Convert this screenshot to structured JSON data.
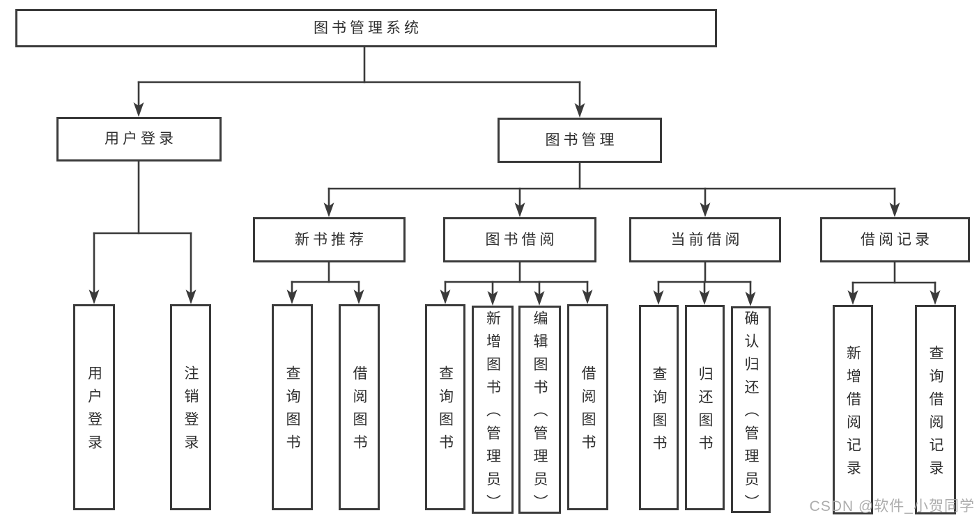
{
  "title": "图书管理系统",
  "branches": {
    "user_login": {
      "label": "用户登录",
      "children": [
        "用户登录",
        "注销登录"
      ]
    },
    "book_mgmt": {
      "label": "图书管理",
      "sections": [
        {
          "label": "新书推荐",
          "children": [
            "查询图书",
            "借阅图书"
          ]
        },
        {
          "label": "图书借阅",
          "children": [
            "查询图书",
            "新增图书（管理员）",
            "编辑图书（管理员）",
            "借阅图书"
          ]
        },
        {
          "label": "当前借阅",
          "children": [
            "查询图书",
            "归还图书",
            "确认归还（管理员）"
          ]
        },
        {
          "label": "借阅记录",
          "children": [
            "新增借阅记录",
            "查询借阅记录"
          ]
        }
      ]
    }
  },
  "watermark": "CSDN @软件_小贺同学",
  "colors": {
    "line": "#3a3a3a",
    "text": "#2f2f2f",
    "watermark": "#a4a4a4",
    "background": "#ffffff"
  }
}
